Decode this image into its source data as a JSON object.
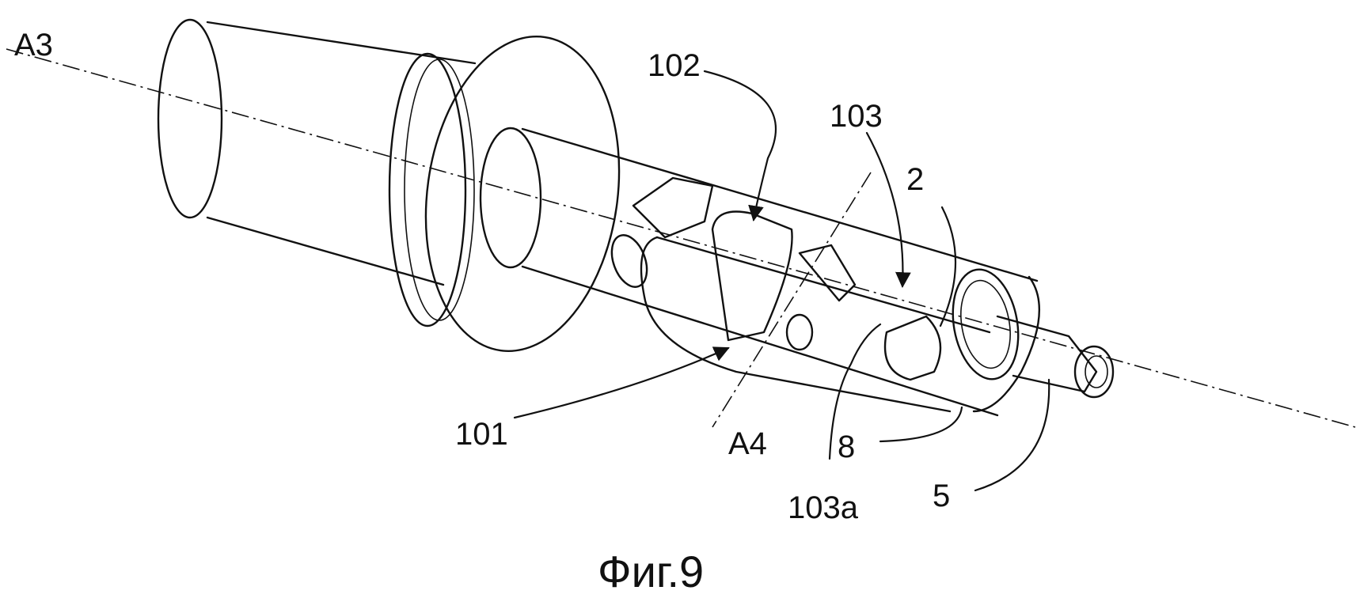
{
  "figure": {
    "caption": "Фиг.9",
    "labels": {
      "a3": "A3",
      "a4": "A4",
      "l101": "101",
      "l102": "102",
      "l103": "103",
      "l103a": "103a",
      "l2": "2",
      "l5": "5",
      "l8": "8"
    }
  }
}
